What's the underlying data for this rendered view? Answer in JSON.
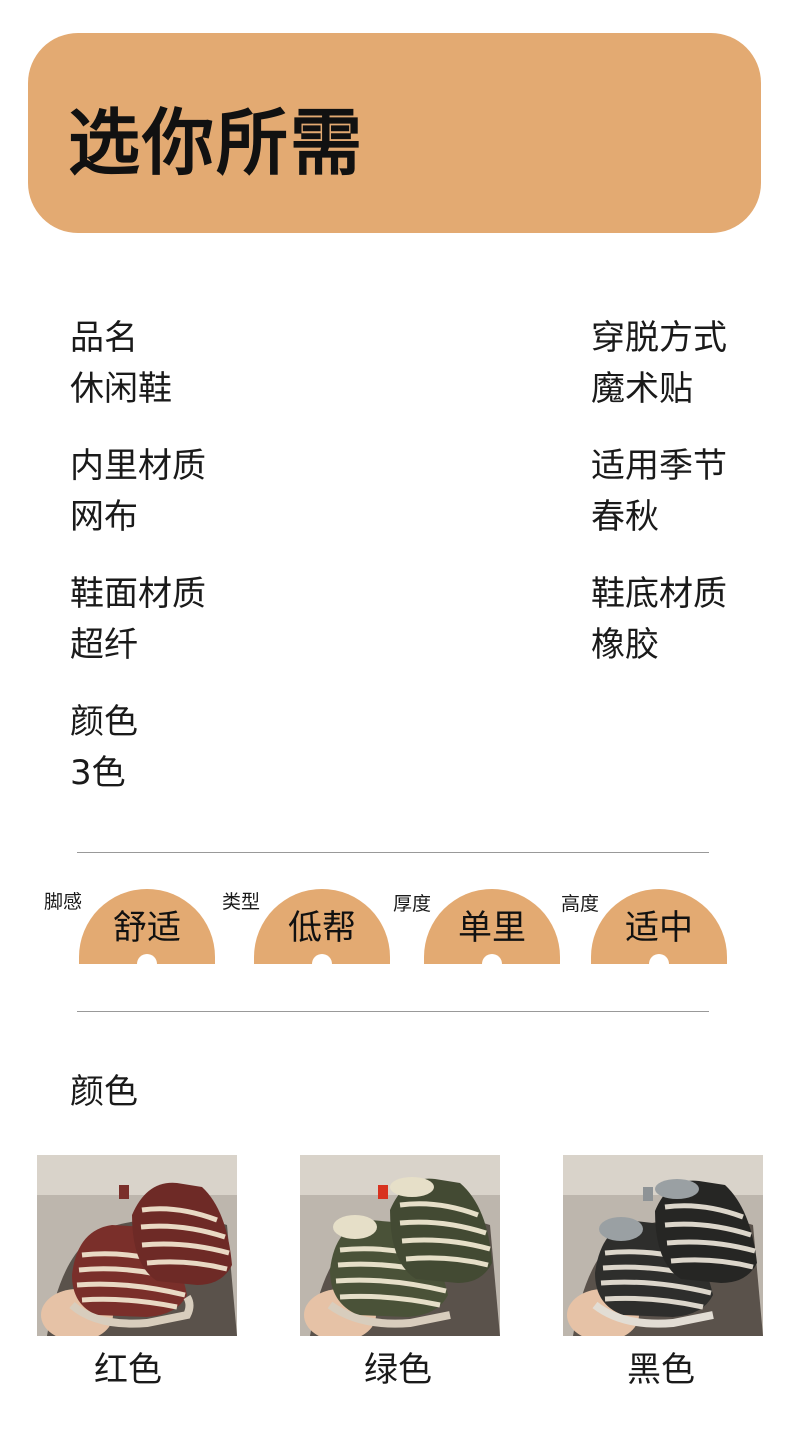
{
  "banner": {
    "title": "选你所需"
  },
  "specs": [
    {
      "label": "品名",
      "value": "休闲鞋"
    },
    {
      "label": "穿脱方式",
      "value": "魔术贴"
    },
    {
      "label": "内里材质",
      "value": "网布"
    },
    {
      "label": "适用季节",
      "value": "春秋"
    },
    {
      "label": "鞋面材质",
      "value": "超纤"
    },
    {
      "label": "鞋底材质",
      "value": "橡胶"
    },
    {
      "label": "颜色",
      "value": "3色"
    }
  ],
  "features": [
    {
      "label": "脚感",
      "value": "舒适"
    },
    {
      "label": "类型",
      "value": "低帮"
    },
    {
      "label": "厚度",
      "value": "单里"
    },
    {
      "label": "高度",
      "value": "适中"
    }
  ],
  "colors_section": {
    "title": "颜色",
    "items": [
      {
        "name": "红色",
        "shoe_color": "#7a2f2a",
        "accent": "#e9d9c4"
      },
      {
        "name": "绿色",
        "shoe_color": "#4a5238",
        "accent": "#e6dfc8"
      },
      {
        "name": "黑色",
        "shoe_color": "#2e2e2c",
        "accent": "#dcd6cb"
      }
    ]
  },
  "colors": {
    "accent": "#e3aa72"
  }
}
